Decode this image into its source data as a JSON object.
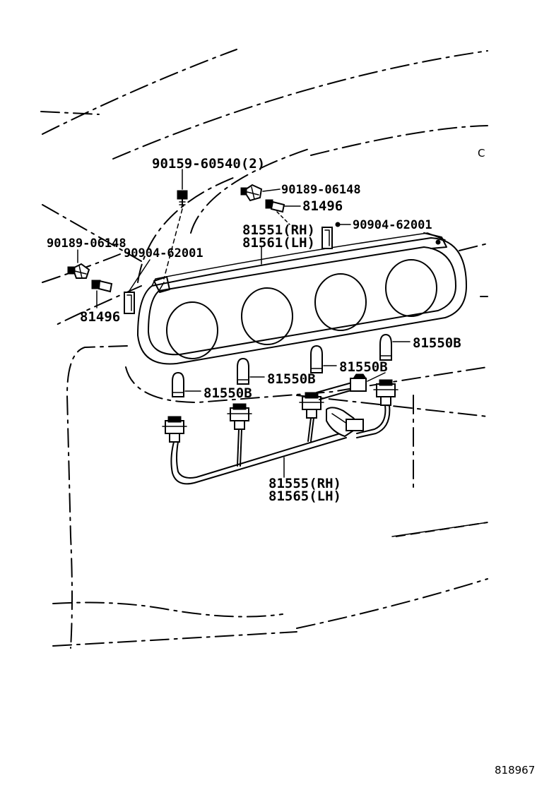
{
  "diagram": {
    "figure_code": "818967",
    "corner_mark": "C",
    "labels": {
      "bolt_top": "90159-60540(2)",
      "nut_top_right": "90189-06148",
      "grommet_top_right": "81496",
      "clip_right": "90904-62001",
      "lens_rh": "81551(RH)",
      "lens_lh": "81561(LH)",
      "nut_left": "90189-06148",
      "clip_left": "90904-62001",
      "grommet_left": "81496",
      "bulb_1": "81550B",
      "bulb_2": "81550B",
      "bulb_3": "81550B",
      "bulb_4": "81550B",
      "harness_rh": "81555(RH)",
      "harness_lh": "81565(LH)"
    }
  }
}
